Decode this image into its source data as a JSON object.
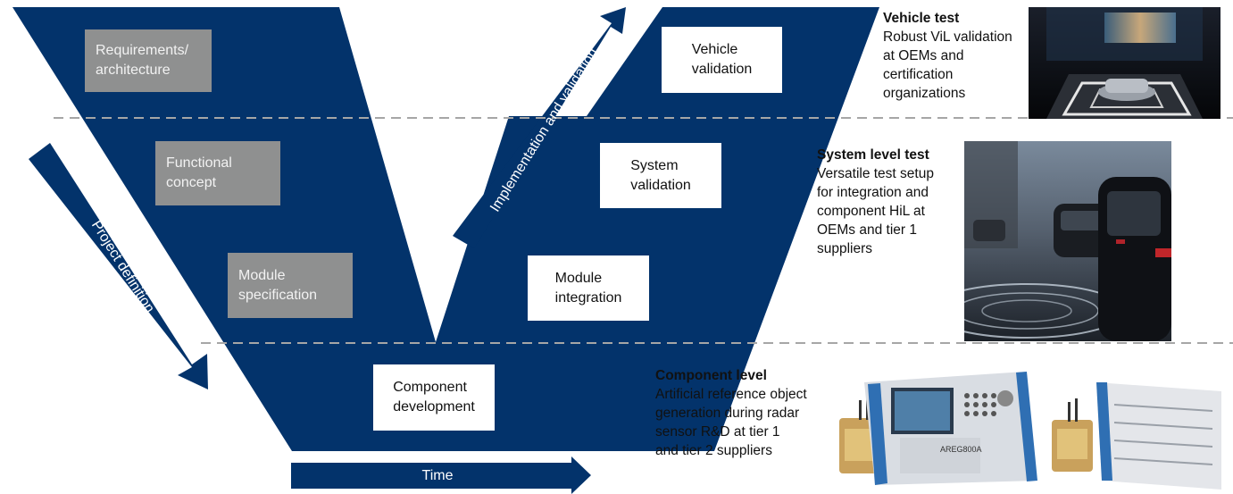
{
  "colors": {
    "navy": "#03336b",
    "box_grey": "#8f9090",
    "dash": "#a6a6a6"
  },
  "v_model": {
    "left_boxes": [
      {
        "line1": "Requirements/",
        "line2": "architecture"
      },
      {
        "line1": "Functional",
        "line2": "concept"
      },
      {
        "line1": "Module",
        "line2": "specification"
      }
    ],
    "right_boxes": [
      {
        "line1": "Vehicle",
        "line2": "validation"
      },
      {
        "line1": "System",
        "line2": "validation"
      },
      {
        "line1": "Module",
        "line2": "integration"
      }
    ],
    "bottom_box": {
      "line1": "Component",
      "line2": "development"
    },
    "arrows": {
      "project_definition": "Project definition",
      "implementation": "Implementation and validation",
      "time": "Time"
    }
  },
  "tests": [
    {
      "heading": "Vehicle test",
      "lines": [
        "Robust ViL validation",
        "at OEMs and",
        "certification",
        "organizations"
      ],
      "image": "vehicle-test-chamber-photo"
    },
    {
      "heading": "System level test",
      "lines": [
        "Versatile test setup",
        "for integration and",
        "component HiL at",
        "OEMs and tier 1",
        "suppliers"
      ],
      "image": "cars-on-road-photo"
    },
    {
      "heading": "Component level",
      "lines": [
        "Artificial reference object",
        "generation during radar",
        "sensor R&D at tier 1",
        "and tier 2 suppliers"
      ],
      "image": "areg800a-instrument-photo",
      "device_label": "AREG800A"
    }
  ]
}
